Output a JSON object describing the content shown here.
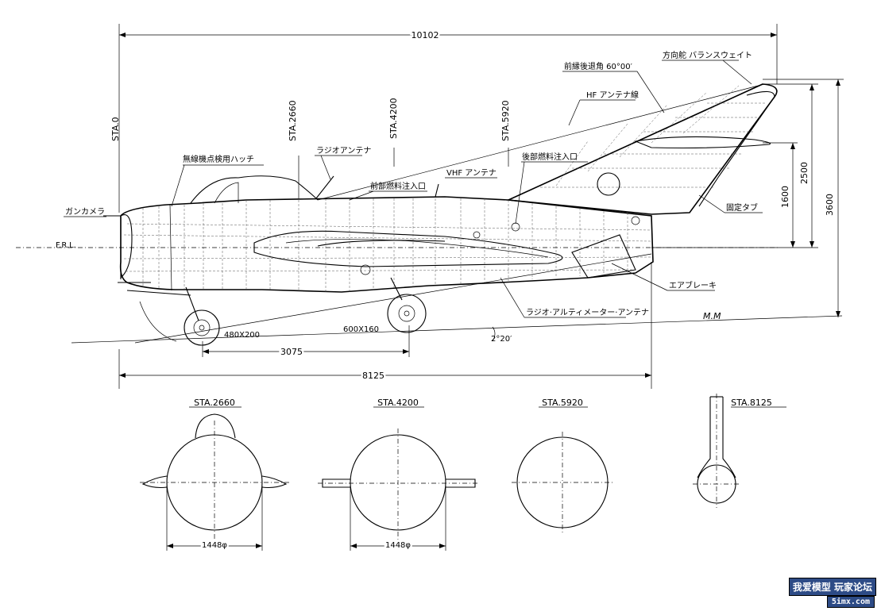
{
  "dimensions": {
    "overall_length": "10102",
    "fuselage_length": "8125",
    "wheelbase": "3075",
    "height_total": "3600",
    "height_tail": "2500",
    "height_frl": "1600",
    "nose_tire": "480X200",
    "main_tire": "600X160",
    "ground_angle": "2°20′",
    "mean_chord": "M.M"
  },
  "stations": {
    "sta0": "STA.0",
    "sta2660": "STA.2660",
    "sta4200": "STA.4200",
    "sta5920": "STA.5920"
  },
  "reference": {
    "frl": "F.R.L."
  },
  "callouts": {
    "sweep": "前縁後退角 60°00′",
    "rudder_balance": "方向舵 バランスウェイト",
    "hf_antenna": "HF アンテナ線",
    "radio_antenna": "ラジオアンテナ",
    "wireless_hatch": "無線機点検用ハッチ",
    "gun_camera": "ガンカメラ",
    "front_fuel": "前部燃料注入口",
    "vhf_antenna": "VHF アンテナ",
    "rear_fuel": "後部燃料注入口",
    "fixed_tab": "固定タブ",
    "air_brake": "エアブレーキ",
    "radio_altimeter": "ラジオ·アルティメーター·アンテナ"
  },
  "sections": [
    {
      "label": "STA.2660",
      "dia": "1448φ"
    },
    {
      "label": "STA.4200",
      "dia": "1448φ"
    },
    {
      "label": "STA.5920"
    },
    {
      "label": "STA.8125"
    }
  ],
  "watermark": {
    "line1": "我爱模型 玩家论坛",
    "line2": "5imx.com"
  }
}
